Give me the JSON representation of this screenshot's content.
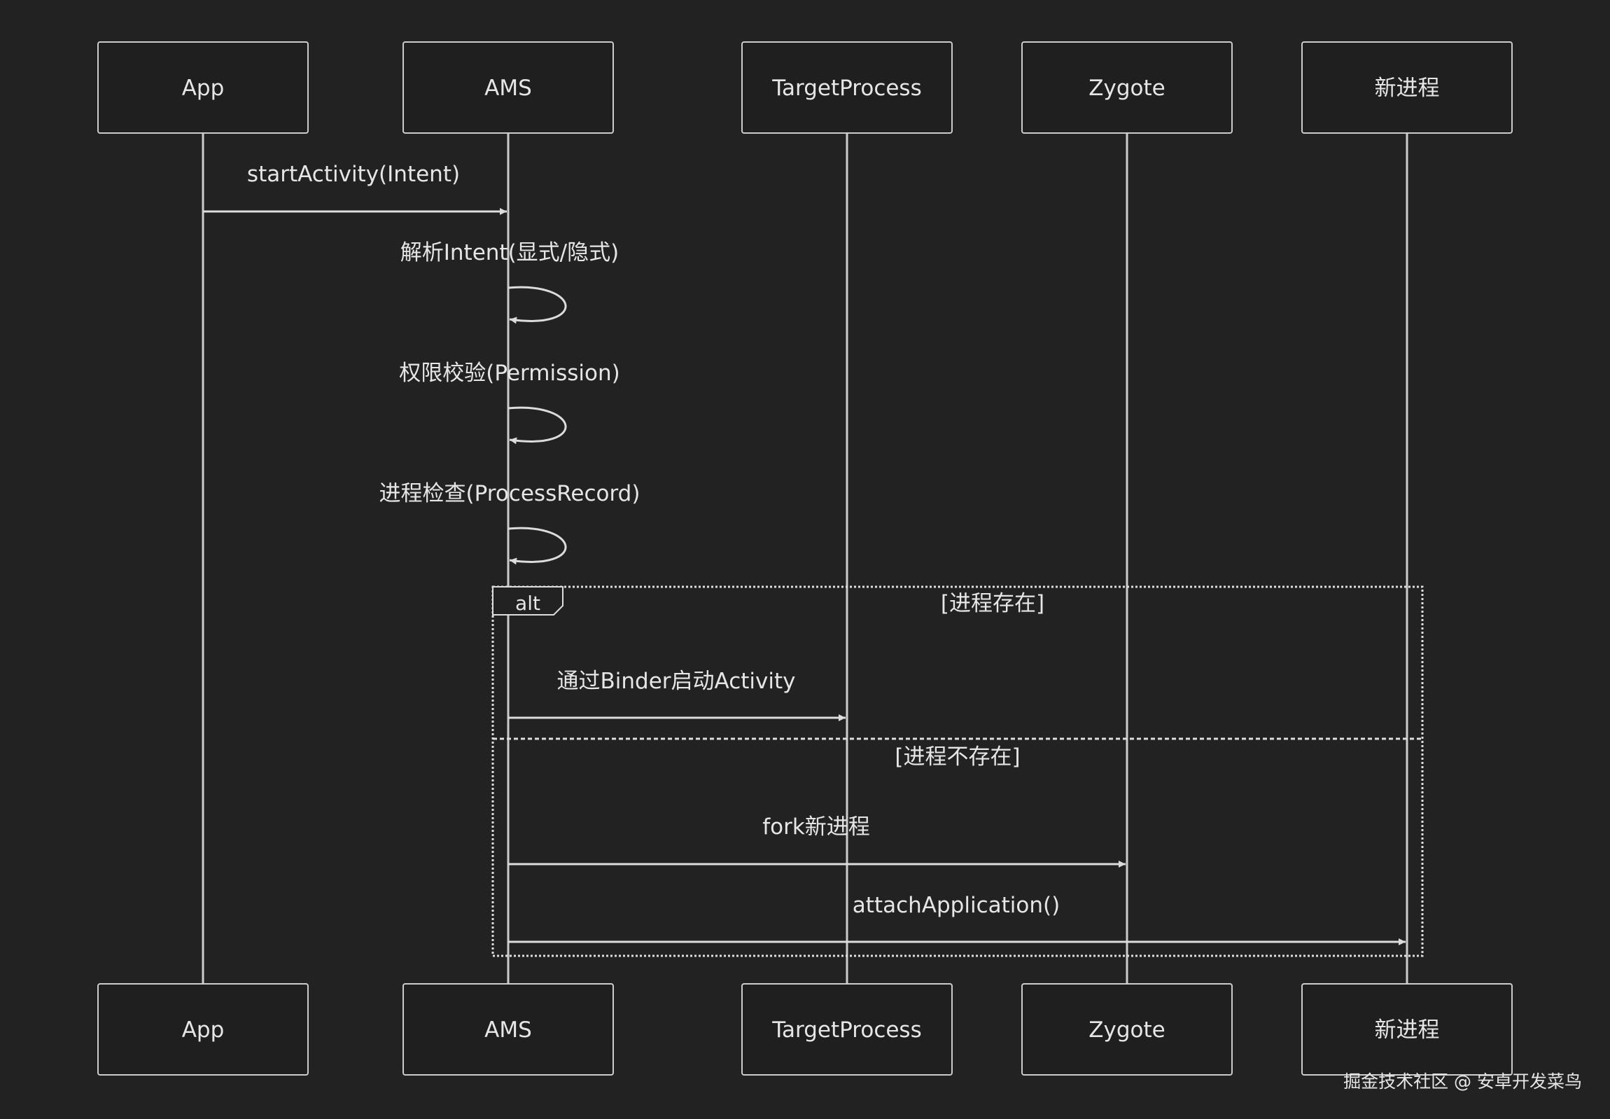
{
  "participants": [
    {
      "id": "app",
      "label": "App"
    },
    {
      "id": "ams",
      "label": "AMS"
    },
    {
      "id": "target",
      "label": "TargetProcess"
    },
    {
      "id": "zygote",
      "label": "Zygote"
    },
    {
      "id": "newproc",
      "label": "新进程"
    }
  ],
  "messages": [
    {
      "from": "app",
      "to": "ams",
      "label": "startActivity(Intent)"
    },
    {
      "from": "ams",
      "to": "ams",
      "label": "解析Intent(显式/隐式)"
    },
    {
      "from": "ams",
      "to": "ams",
      "label": "权限校验(Permission)"
    },
    {
      "from": "ams",
      "to": "ams",
      "label": "进程检查(ProcessRecord)"
    },
    {
      "from": "ams",
      "to": "target",
      "label": "通过Binder启动Activity"
    },
    {
      "from": "ams",
      "to": "zygote",
      "label": "fork新进程"
    },
    {
      "from": "ams",
      "to": "newproc",
      "label": "attachApplication()"
    }
  ],
  "alt_block": {
    "keyword": "alt",
    "condition_1": "[进程存在]",
    "condition_2": "[进程不存在]"
  },
  "watermark": "掘金技术社区 @ 安卓开发菜鸟",
  "colors": {
    "background": "#222222",
    "box_fill": "#1f1f1f",
    "stroke": "#cccccc",
    "text": "#e6e6e6"
  }
}
